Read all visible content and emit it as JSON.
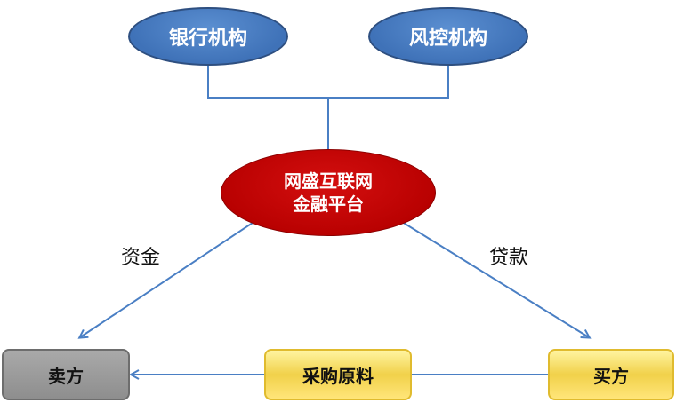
{
  "nodes": {
    "bank": "银行机构",
    "risk_control": "风控机构",
    "platform_line1": "网盛互联网",
    "platform_line2": "金融平台",
    "seller": "卖方",
    "purchase": "采购原料",
    "buyer": "买方"
  },
  "edge_labels": {
    "funds": "资金",
    "loan": "贷款"
  },
  "colors": {
    "blue_node": "#4a7fc4",
    "red_node": "#c00000",
    "gray_box": "#999999",
    "gold_box": "#f5d65a",
    "connector": "#4a7fc4"
  }
}
